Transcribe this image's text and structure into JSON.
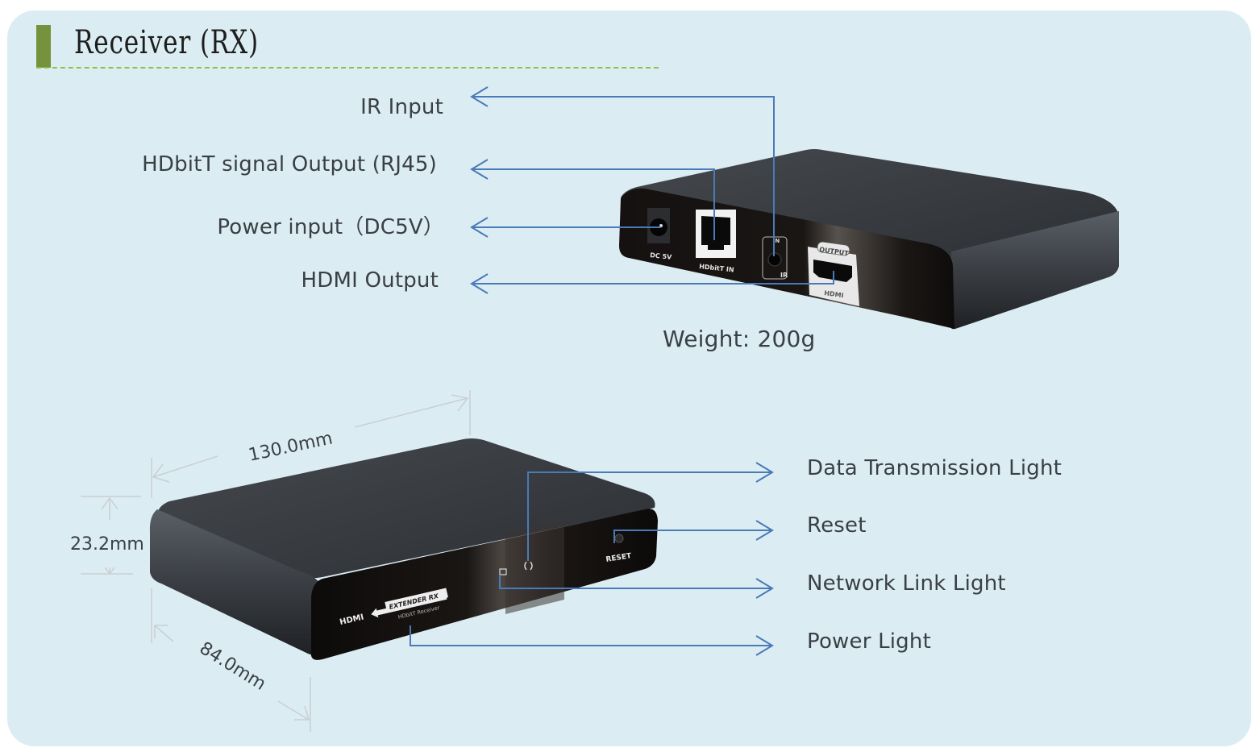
{
  "header": {
    "title": "Receiver (RX)",
    "accent_color": "#77923c",
    "rule_color": "#8fbf4a"
  },
  "rear_view": {
    "callouts": [
      {
        "label": "IR Input"
      },
      {
        "label": "HDbitT signal Output (RJ45)"
      },
      {
        "label": "Power input（DC5V）"
      },
      {
        "label": "HDMI Output"
      }
    ],
    "port_labels": {
      "dc": "DC 5V",
      "rj45": "HDbitT IN",
      "ir_top": "IN",
      "ir_bottom": "IR",
      "hdmi_top": "OUTPUT",
      "hdmi_bottom": "HDMI"
    },
    "weight": "Weight: 200g"
  },
  "front_view": {
    "callouts": [
      {
        "label": "Data Transmission Light"
      },
      {
        "label": "Reset"
      },
      {
        "label": "Network Link Light"
      },
      {
        "label": "Power Light"
      }
    ],
    "panel_labels": {
      "reset": "RESET",
      "brand": "HDMI",
      "product": "EXTENDER RX",
      "subtitle": "HDbitT Receiver"
    }
  },
  "dimensions": {
    "length": "130.0mm",
    "height": "23.2mm",
    "depth": "84.0mm"
  },
  "colors": {
    "background": "#dbedf3",
    "callout_line": "#4a7ab8",
    "text": "#3a3f44",
    "device_body": "#2f3236",
    "dim_line": "#c9cfd3"
  }
}
